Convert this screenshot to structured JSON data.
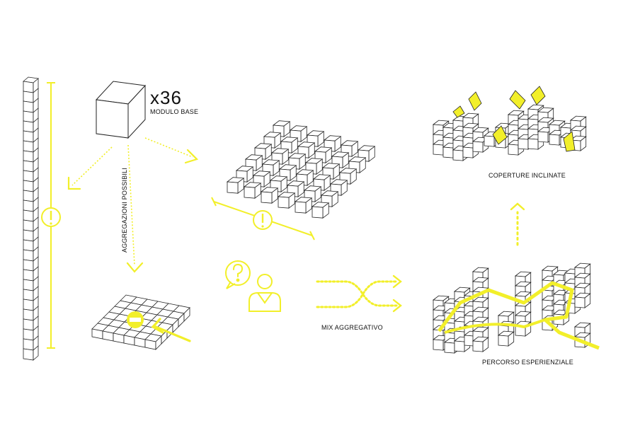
{
  "labels": {
    "multiplier": "x36",
    "module": "MODULO BASE",
    "aggregations": "AGGREGAZIONI POSSIBILI",
    "mix": "MIX AGGREGATIVO",
    "roofs": "COPERTURE INCLINATE",
    "path": "PERCORSO ESPERIENZIALE"
  },
  "colors": {
    "accent": "#f2ef2a",
    "stroke": "#222222"
  },
  "icons": {
    "warning": "exclamation-circle-icon",
    "question": "question-bubble-icon",
    "person": "person-icon",
    "shuffle": "shuffle-arrows-icon",
    "lock": "lock-circle-icon"
  }
}
